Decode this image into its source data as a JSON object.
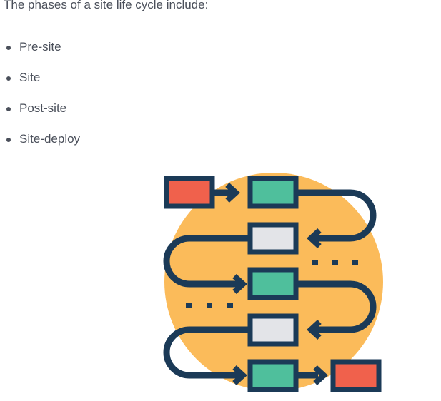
{
  "intro": "The phases of a site life cycle include:",
  "phases": [
    "Pre-site",
    "Site",
    "Post-site",
    "Site-deploy"
  ],
  "illustration": {
    "icon": "process-flow-icon",
    "colors": {
      "circle": "#fbbb5a",
      "stroke": "#1b3a57",
      "red": "#f0614c",
      "green": "#4fbf9c",
      "grey": "#e3e4e8"
    }
  }
}
